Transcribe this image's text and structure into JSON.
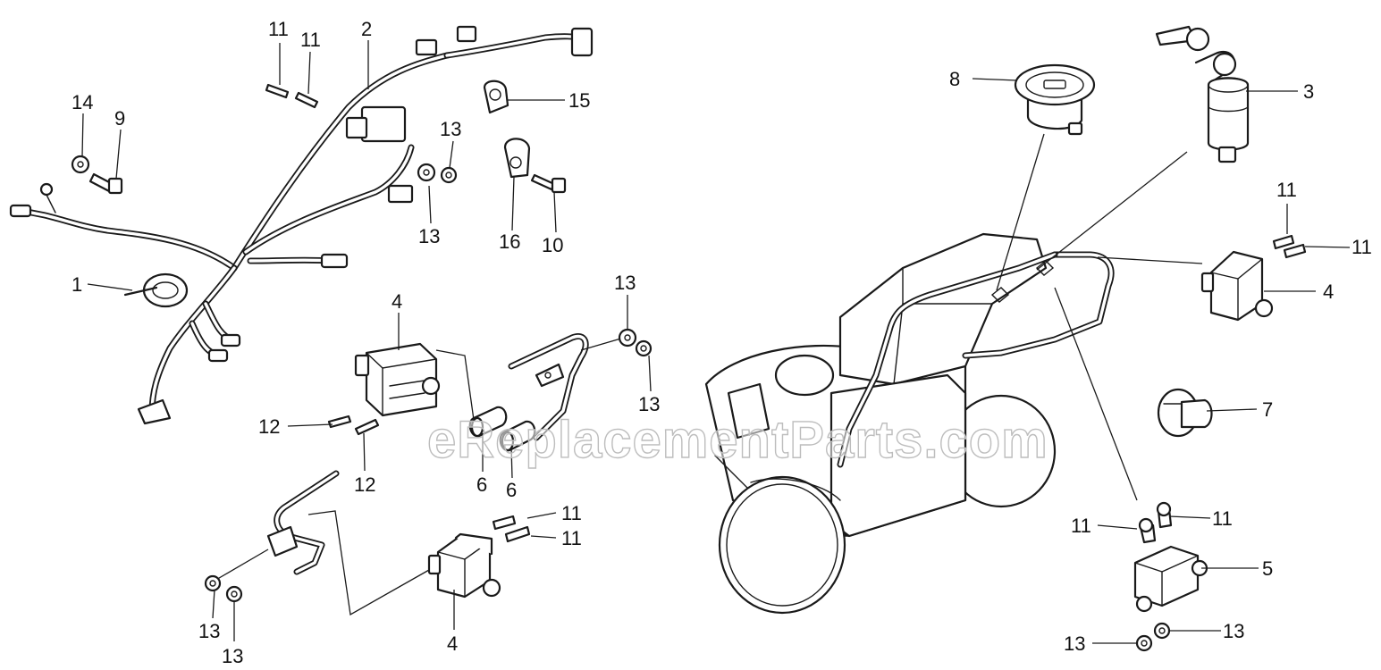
{
  "watermark": "eReplacementParts.com",
  "callouts": [
    {
      "id": "c-11a",
      "text": "11"
    },
    {
      "id": "c-11b",
      "text": "11"
    },
    {
      "id": "c-2",
      "text": "2"
    },
    {
      "id": "c-14",
      "text": "14"
    },
    {
      "id": "c-9",
      "text": "9"
    },
    {
      "id": "c-15",
      "text": "15"
    },
    {
      "id": "c-13a",
      "text": "13"
    },
    {
      "id": "c-13b",
      "text": "13"
    },
    {
      "id": "c-16",
      "text": "16"
    },
    {
      "id": "c-10",
      "text": "10"
    },
    {
      "id": "c-1",
      "text": "1"
    },
    {
      "id": "c-4a",
      "text": "4"
    },
    {
      "id": "c-13c",
      "text": "13"
    },
    {
      "id": "c-13d",
      "text": "13"
    },
    {
      "id": "c-12a",
      "text": "12"
    },
    {
      "id": "c-12b",
      "text": "12"
    },
    {
      "id": "c-6a",
      "text": "6"
    },
    {
      "id": "c-6b",
      "text": "6"
    },
    {
      "id": "c-11c",
      "text": "11"
    },
    {
      "id": "c-11d",
      "text": "11"
    },
    {
      "id": "c-13e",
      "text": "13"
    },
    {
      "id": "c-13f",
      "text": "13"
    },
    {
      "id": "c-4b",
      "text": "4"
    },
    {
      "id": "c-8",
      "text": "8"
    },
    {
      "id": "c-3",
      "text": "3"
    },
    {
      "id": "c-11e",
      "text": "11"
    },
    {
      "id": "c-11f",
      "text": "11"
    },
    {
      "id": "c-4c",
      "text": "4"
    },
    {
      "id": "c-7",
      "text": "7"
    },
    {
      "id": "c-11g",
      "text": "11"
    },
    {
      "id": "c-11h",
      "text": "11"
    },
    {
      "id": "c-5",
      "text": "5"
    },
    {
      "id": "c-13g",
      "text": "13"
    },
    {
      "id": "c-13h",
      "text": "13"
    }
  ]
}
